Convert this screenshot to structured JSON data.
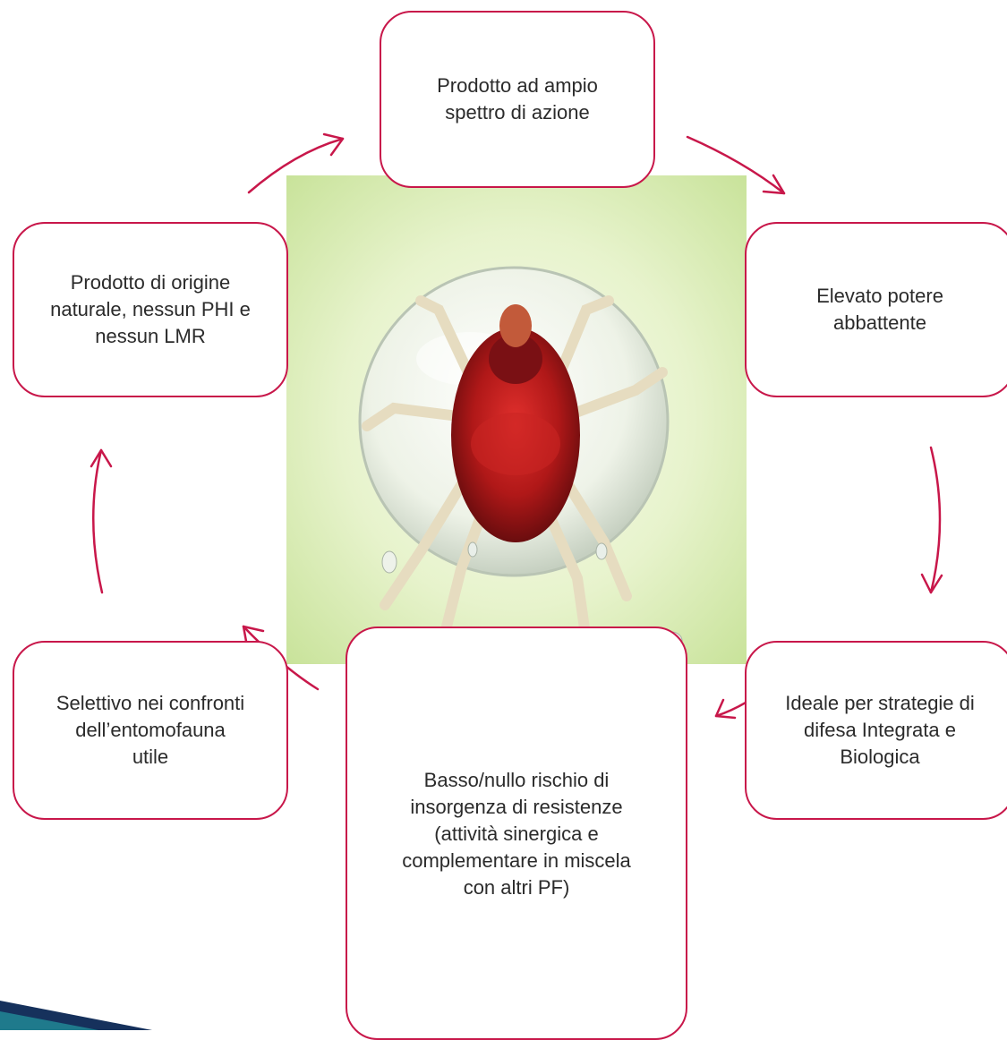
{
  "colors": {
    "accent": "#c8174a",
    "background_green": "#cfe6a6",
    "corner_blue": "#16315c",
    "corner_teal": "#1f7a8c"
  },
  "illustration": {
    "subject": "mite-in-water-drop-icon"
  },
  "benefits": {
    "top": "Prodotto ad ampio\nspettro di azione",
    "right_upper": "Elevato potere\nabbattente",
    "right_lower": "Ideale per strategie di\ndifesa Integrata e\nBiologica",
    "bottom": "Basso/nullo rischio di\ninsorgenza di resistenze\n(attività sinergica e\ncomplementare in miscela\ncon altri PF)",
    "left_lower": "Selettivo nei confronti\ndell’entomofauna\nutile",
    "left_upper": "Prodotto di origine\nnaturale, nessun PHI e\nnessun LMR"
  }
}
